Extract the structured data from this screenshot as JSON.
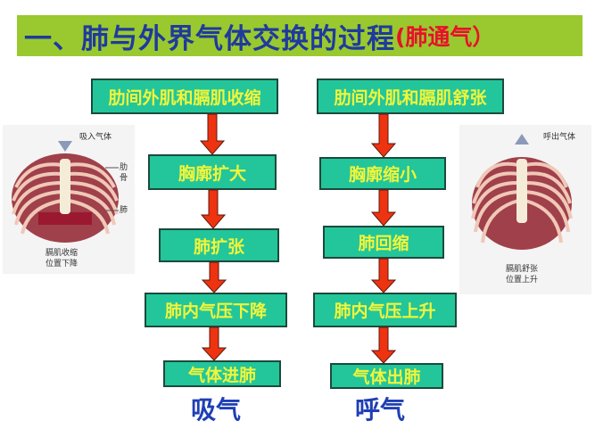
{
  "title": {
    "main": "一、肺与外界气体交换的过程",
    "sub": "(肺通气）"
  },
  "inhale": {
    "steps": [
      "肋间外肌和膈肌收缩",
      "胸廓扩大",
      "肺扩张",
      "肺内气压下降",
      "气体进肺"
    ],
    "label": "吸气",
    "image": {
      "air": "吸入气体",
      "rib": "肋骨",
      "lung": "肺",
      "diaphragm_1": "膈肌收缩",
      "diaphragm_2": "位置下降"
    }
  },
  "exhale": {
    "steps": [
      "肋间外肌和膈肌舒张",
      "胸廓缩小",
      "肺回缩",
      "肺内气压上升",
      "气体出肺"
    ],
    "label": "呼气",
    "image": {
      "air": "呼出气体",
      "diaphragm_1": "膈肌舒张",
      "diaphragm_2": "位置上升"
    }
  },
  "colors": {
    "title_bg": "#99c92e",
    "title_text": "#1f3a9e",
    "title_accent": "#e8102a",
    "box_bg": "#22c69a",
    "box_text": "#f2f53a",
    "arrow": "#ee3311",
    "phase_text": "#1f3fb5"
  }
}
